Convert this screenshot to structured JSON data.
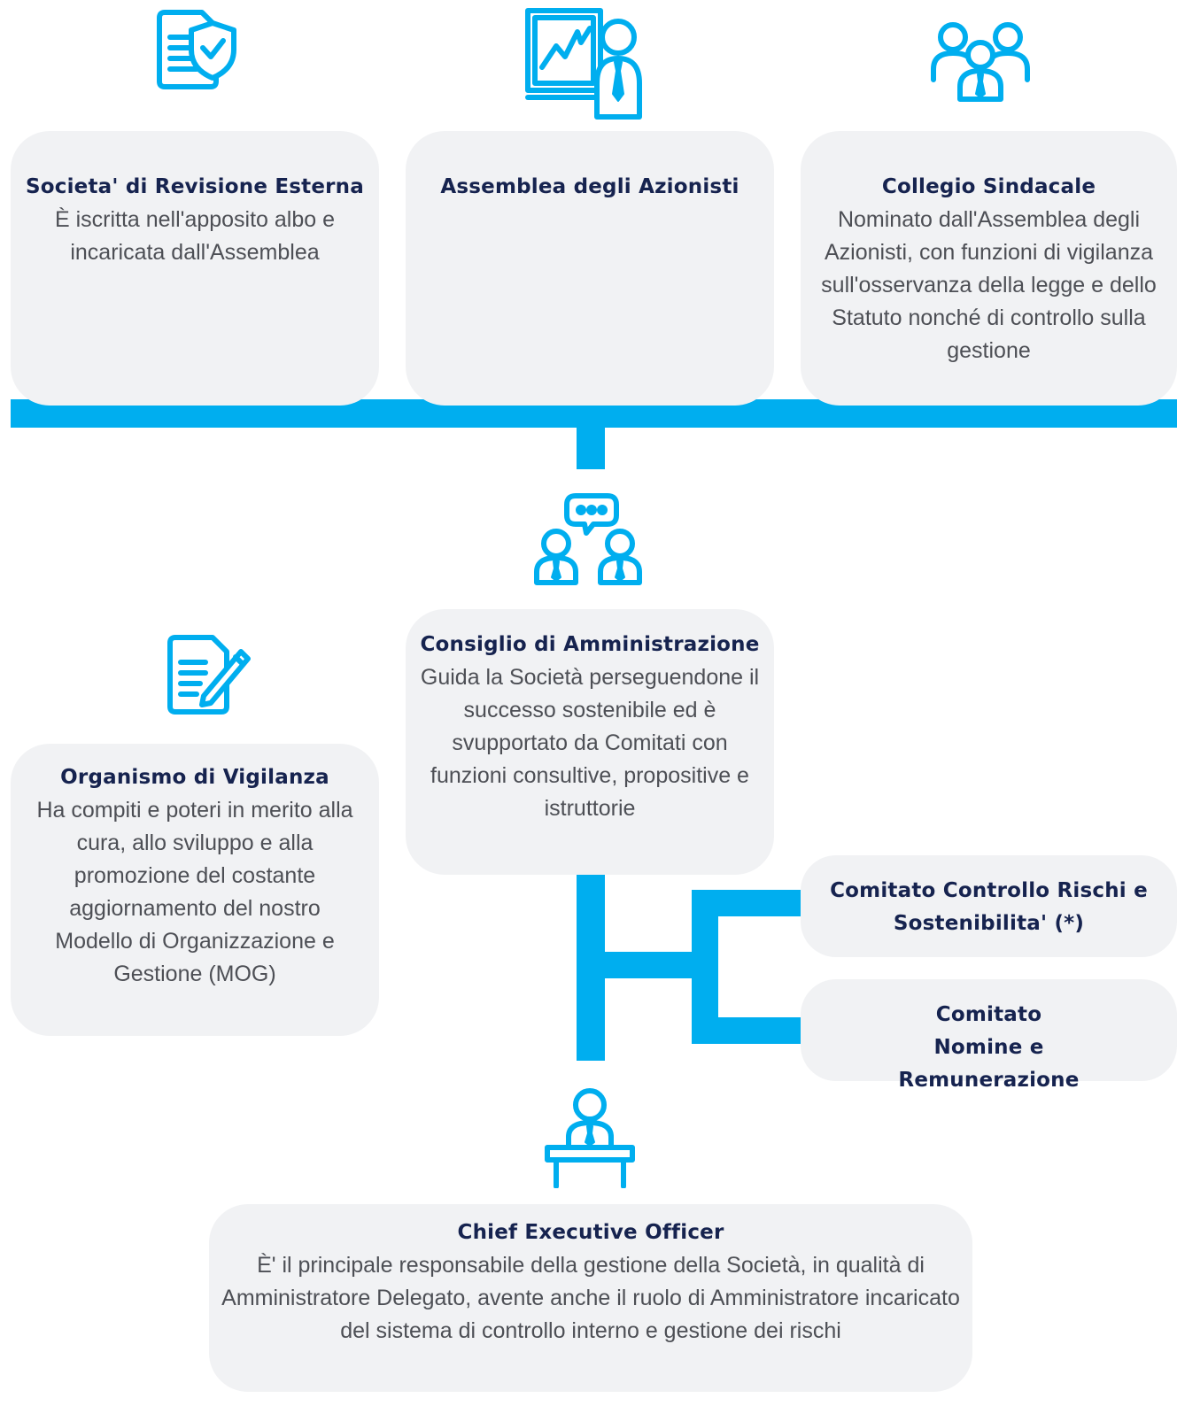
{
  "top": {
    "revisione": {
      "title": "Societa' di Revisione Esterna",
      "desc": "È iscritta nell'apposito albo e incaricata dall'Assemblea",
      "icon": "document-shield-icon"
    },
    "assemblea": {
      "title": "Assemblea degli Azionisti",
      "icon": "presentation-chart-icon"
    },
    "collegio": {
      "title": "Collegio Sindacale",
      "desc": "Nominato dall'Assemblea degli Azionisti, con funzioni di vigilanza sull'osservanza della legge e dello Statuto nonché di controllo sulla gestione",
      "icon": "group-people-icon"
    }
  },
  "middle": {
    "consiglio": {
      "title": "Consiglio di Amministrazione",
      "desc": "Guida la Società perseguendone il successo sostenibile ed è svupportato da Comitati con funzioni consultive, propositive e istruttorie",
      "icon": "meeting-chat-icon"
    },
    "organismo": {
      "title": "Organismo di Vigilanza",
      "desc": "Ha compiti e poteri in merito alla cura, allo sviluppo e alla promozione del costante aggiornamento del nostro Modello di Organizzazione e Gestione (MOG)",
      "icon": "document-pen-icon"
    },
    "comitato_rischi": {
      "title": "Comitato Controllo Rischi e Sostenibilita' (*)"
    },
    "comitato_nomine": {
      "title": "Comitato Nomine e Remunerazione"
    }
  },
  "bottom": {
    "ceo": {
      "title": "Chief Executive Officer",
      "desc": "È' il principale responsabile della gestione della Società, in qualità di Amministratore Delegato, avente anche il ruolo di Amministratore incaricato del sistema di controllo interno e gestione dei rischi",
      "icon": "speaker-podium-icon"
    }
  },
  "colors": {
    "accent": "#00aeef",
    "box": "#f1f2f4",
    "title": "#16234f",
    "text": "#4d4f55"
  }
}
